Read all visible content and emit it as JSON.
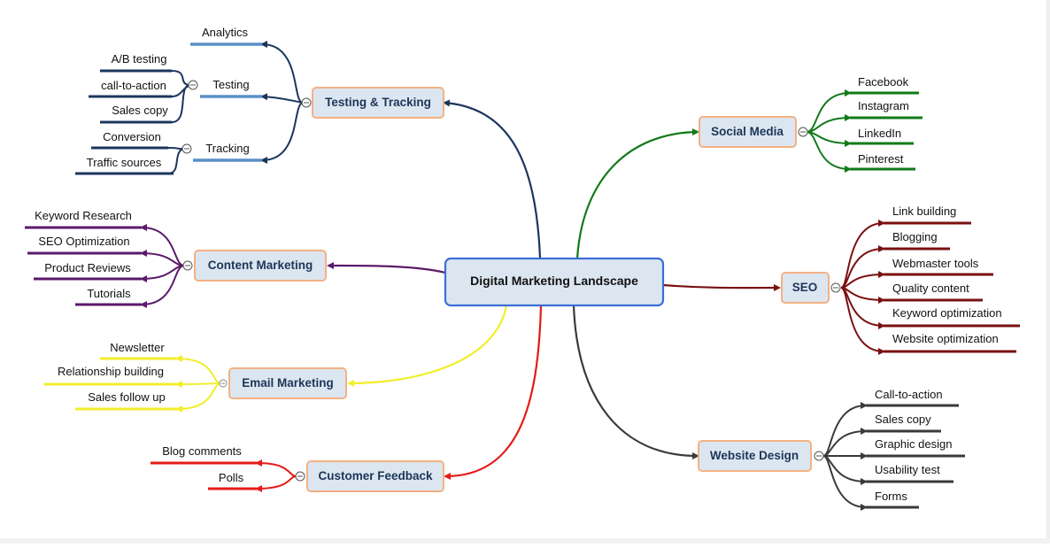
{
  "center": {
    "label": "Digital Marketing Landscape"
  },
  "branches": [
    {
      "key": "testing",
      "label": "Testing & Tracking",
      "color": "#1b365d",
      "children": [
        {
          "label": "Analytics",
          "children": []
        },
        {
          "label": "Testing",
          "children": [
            {
              "label": "A/B testing"
            },
            {
              "label": "call-to-action"
            },
            {
              "label": "Sales copy"
            }
          ]
        },
        {
          "label": "Tracking",
          "children": [
            {
              "label": "Conversion"
            },
            {
              "label": "Traffic sources"
            }
          ]
        }
      ]
    },
    {
      "key": "content",
      "label": "Content Marketing",
      "color": "#5b1a6b",
      "children": [
        {
          "label": "Keyword Research"
        },
        {
          "label": "SEO Optimization"
        },
        {
          "label": "Product Reviews"
        },
        {
          "label": "Tutorials"
        }
      ]
    },
    {
      "key": "email",
      "label": "Email Marketing",
      "color": "#f2ee2c",
      "children": [
        {
          "label": "Newsletter"
        },
        {
          "label": "Relationship building"
        },
        {
          "label": "Sales follow up"
        }
      ]
    },
    {
      "key": "feedback",
      "label": "Customer Feedback",
      "color": "#e41b17",
      "children": [
        {
          "label": "Blog comments"
        },
        {
          "label": "Polls"
        }
      ]
    },
    {
      "key": "social",
      "label": "Social Media",
      "color": "#117a18",
      "children": [
        {
          "label": "Facebook"
        },
        {
          "label": "Instagram"
        },
        {
          "label": "LinkedIn"
        },
        {
          "label": "Pinterest"
        }
      ]
    },
    {
      "key": "seo",
      "label": "SEO",
      "color": "#7a1010",
      "children": [
        {
          "label": "Link building"
        },
        {
          "label": "Blogging"
        },
        {
          "label": "Webmaster tools"
        },
        {
          "label": "Quality content"
        },
        {
          "label": "Keyword optimization"
        },
        {
          "label": "Website optimization"
        }
      ]
    },
    {
      "key": "web",
      "label": "Website Design",
      "color": "#3a3a3a",
      "children": [
        {
          "label": "Call-to-action"
        },
        {
          "label": "Sales copy"
        },
        {
          "label": "Graphic design"
        },
        {
          "label": "Usability test"
        },
        {
          "label": "Forms"
        }
      ]
    }
  ],
  "colors": {
    "center_fill": "#dce6f1",
    "center_border": "#3a6fd8",
    "node_fill": "#dce6f1",
    "node_border": "#f4b183",
    "subtopic_underline": "#5b8fc9"
  },
  "icons": {
    "collapse": "collapse-toggle-icon"
  }
}
